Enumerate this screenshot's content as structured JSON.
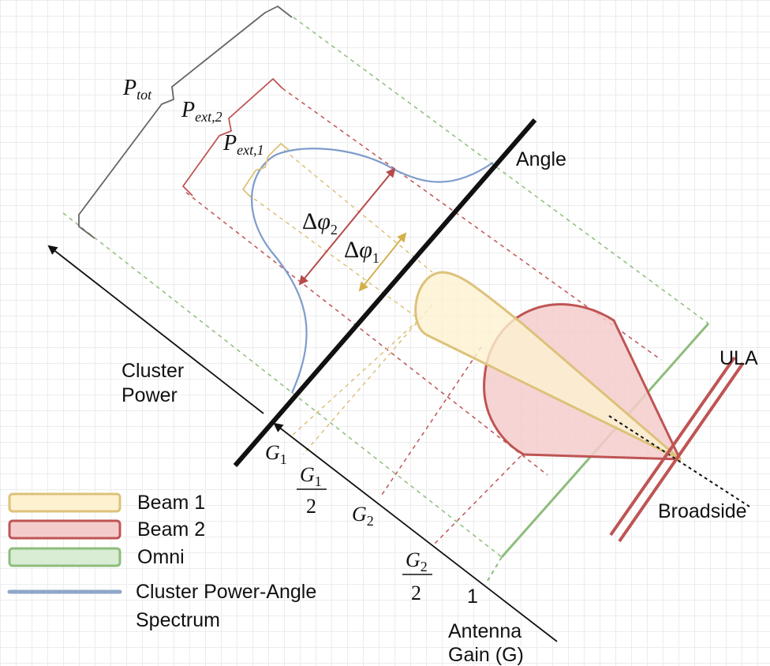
{
  "labels": {
    "angle": "Angle",
    "cluster_power_line1": "Cluster",
    "cluster_power_line2": "Power",
    "antenna_gain_line1": "Antenna",
    "antenna_gain_line2": "Gain (G)",
    "ula": "ULA",
    "broadside": "Broadside",
    "one": "1"
  },
  "math": {
    "p_tot_main": "P",
    "p_tot_sub": "tot",
    "p_ext2_main": "P",
    "p_ext2_sub": "ext,2",
    "p_ext1_main": "P",
    "p_ext1_sub": "ext,1",
    "dphi2_delta": "Δ",
    "dphi2_phi": "φ",
    "dphi2_sub": "2",
    "dphi1_delta": "Δ",
    "dphi1_phi": "φ",
    "dphi1_sub": "1",
    "g1_main": "G",
    "g1_sub": "1",
    "g1half_num_main": "G",
    "g1half_num_sub": "1",
    "g1half_den": "2",
    "g2_main": "G",
    "g2_sub": "2",
    "g2half_num_main": "G",
    "g2half_num_sub": "2",
    "g2half_den": "2"
  },
  "legend": [
    {
      "label": "Beam 1",
      "fill": "#fdf1d0",
      "stroke": "#dcc27a"
    },
    {
      "label": "Beam 2",
      "fill": "#f5cccc",
      "stroke": "#bf5454"
    },
    {
      "label": "Omni",
      "fill": "#d9ecd4",
      "stroke": "#8dbd7c"
    },
    {
      "label_line1": "Cluster Power-Angle",
      "label_line2": "Spectrum",
      "stroke": "#8fa7c9"
    }
  ],
  "colors": {
    "beam1": "#dcc27a",
    "beam2": "#bf5454",
    "omni": "#8dbd7c",
    "spectrum": "#7e9ccc",
    "brace_tot": "#666666"
  }
}
